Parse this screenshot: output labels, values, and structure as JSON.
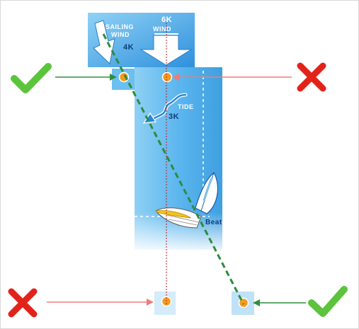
{
  "labels": {
    "sailing_wind_line1": "SAILING",
    "sailing_wind_line2": "WIND",
    "sailing_wind_speed": "4K",
    "wind_speed": "6K",
    "wind_label": "WIND",
    "tide_label": "TIDE",
    "tide_speed": "3K",
    "point_of_sail": "Beat"
  },
  "icons": {
    "correct": "checkmark-icon",
    "wrong": "cross-icon"
  },
  "colors": {
    "water_light": "#aee0f8",
    "water_dark": "#3f9fe0",
    "correct_green": "#5cc43c",
    "correct_arrow": "#2f8f3c",
    "wrong_red": "#e2231a",
    "wrong_arrow": "#f07b7b",
    "marker_orange": "#f59a1c",
    "course_dashed": "#2e8b3e",
    "wind_dotted": "#c01818"
  }
}
